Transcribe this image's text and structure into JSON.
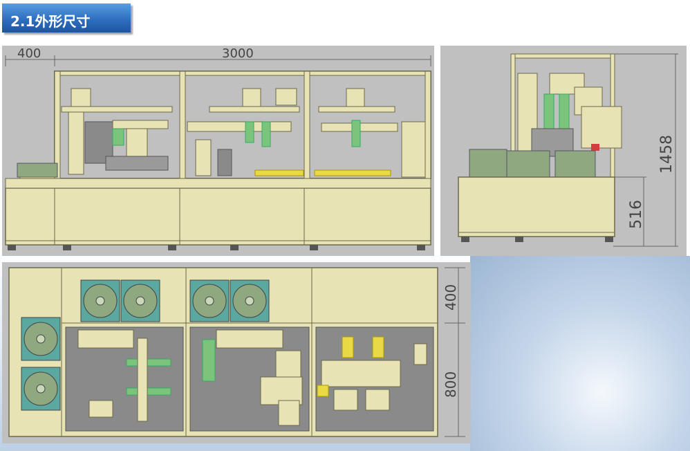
{
  "slide": {
    "title": "2.1外形尺寸"
  },
  "front_view": {
    "dimension_left": "400",
    "dimension_main": "3000"
  },
  "side_view": {
    "dimension_total_height": "1458",
    "dimension_base_height": "516"
  },
  "top_view": {
    "dimension_upper_depth": "400",
    "dimension_lower_depth": "800"
  },
  "colors": {
    "title_bar": "#2f6fc0",
    "panel_bg": "#c0c0c0",
    "frame_fill": "#e8e3b4",
    "frame_stroke": "#6a6a4a",
    "green_part": "#7cc47c",
    "yellow_plate": "#e9d944",
    "dark_area": "#8a8a8a",
    "reel_teal": "#5aa8a0"
  }
}
